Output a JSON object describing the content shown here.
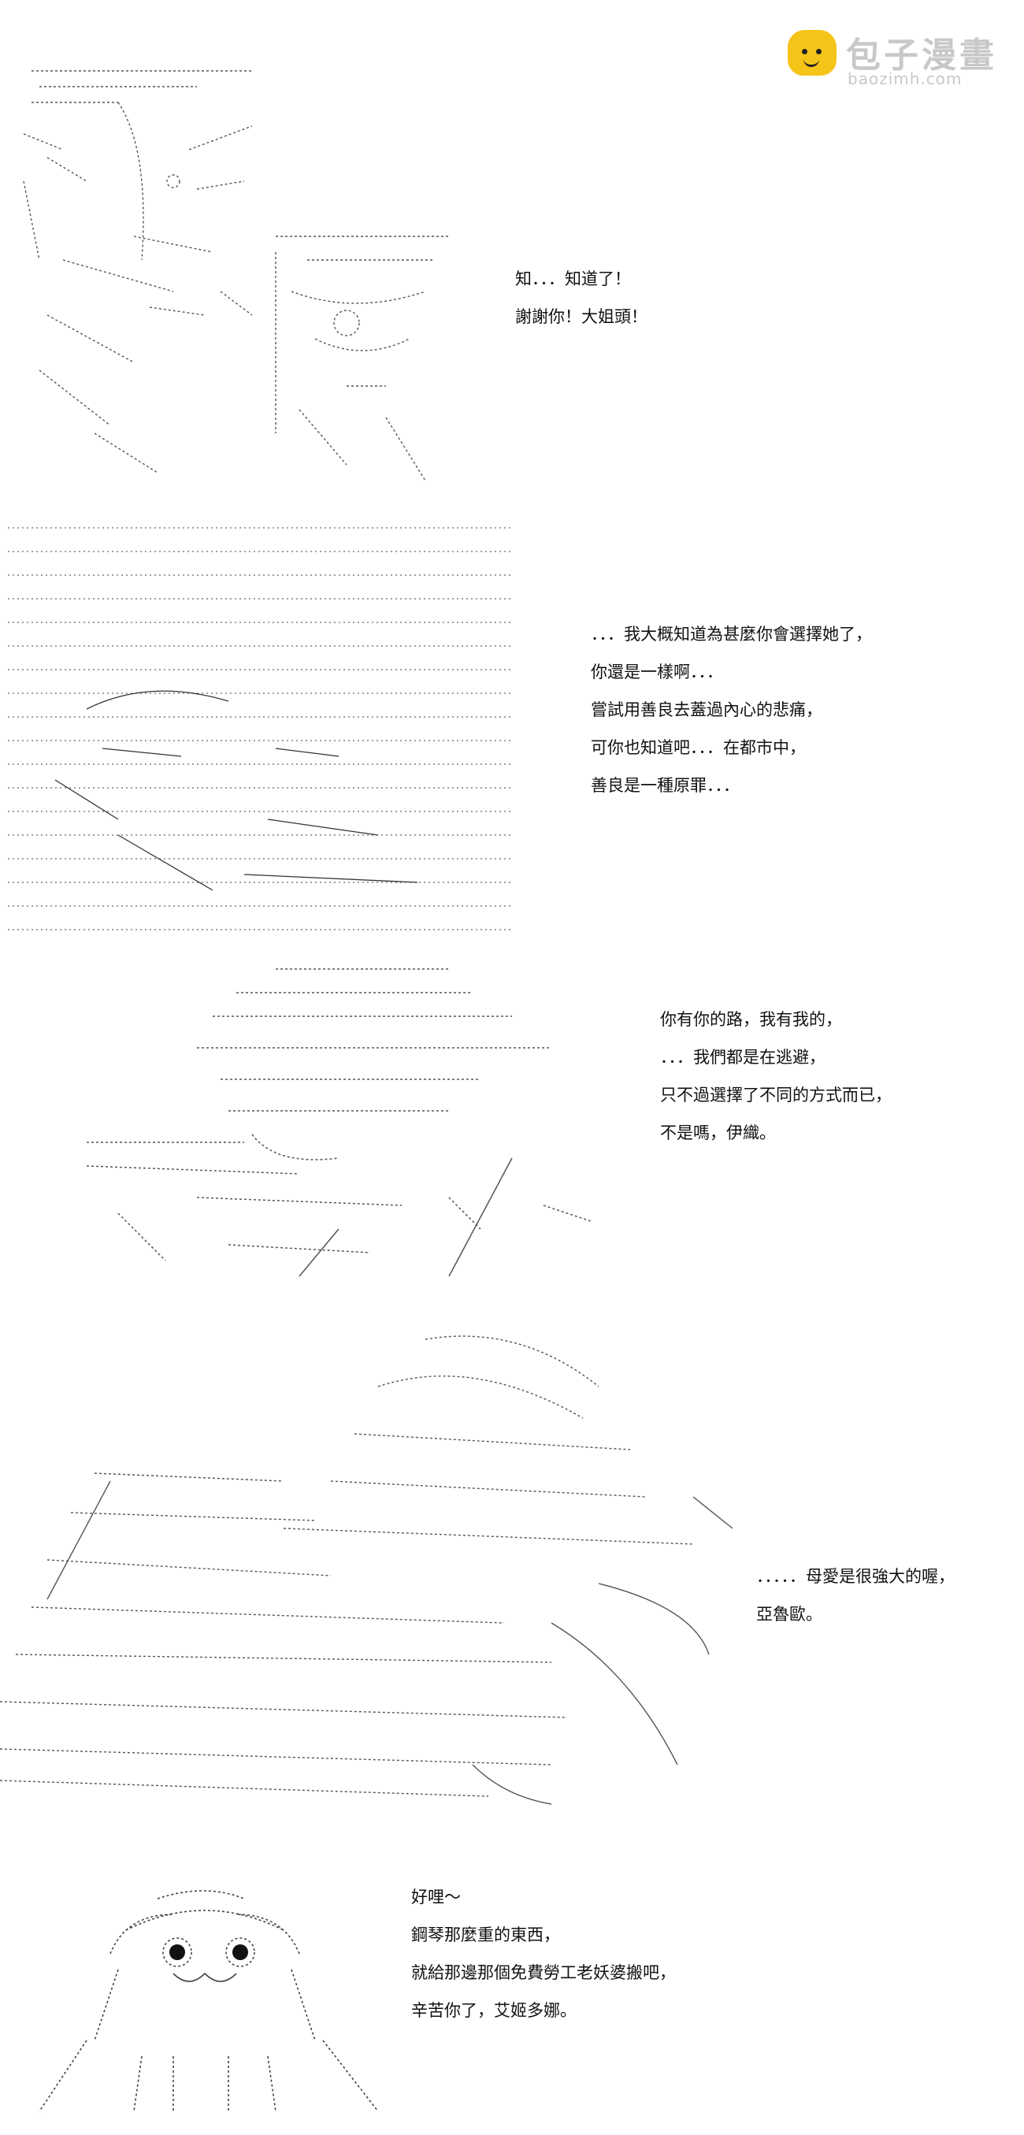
{
  "watermark": {
    "title": "包子漫畫",
    "url": "baozimh.com",
    "icon": "bun-mascot-icon",
    "color": "#f5c418"
  },
  "panels": [
    {
      "lines": [
        "知．．．知道了！",
        "謝謝你！大姐頭！"
      ]
    },
    {
      "lines": [
        "．．．我大概知道為甚麼你會選擇她了，",
        "你還是一樣啊．．．",
        "嘗試用善良去蓋過內心的悲痛，",
        "可你也知道吧．．．在都市中，",
        "善良是一種原罪．．．"
      ]
    },
    {
      "lines": [
        "你有你的路，我有我的，",
        "．．．我們都是在逃避，",
        "只不過選擇了不同的方式而已，",
        "不是嗎，伊織。"
      ]
    },
    {
      "lines": [
        "．．．．．母愛是很強大的喔，",
        "亞魯歐。"
      ]
    },
    {
      "lines": [
        "好哩～",
        "鋼琴那麼重的東西，",
        "就給那邊那個免費勞工老妖婆搬吧，",
        "辛苦你了，艾姬多娜。"
      ]
    }
  ]
}
